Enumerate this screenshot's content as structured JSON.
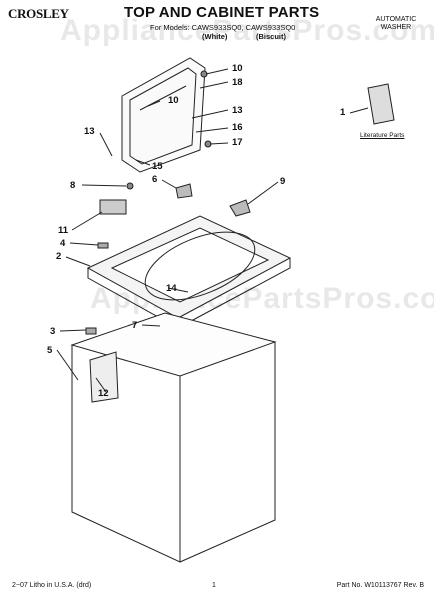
{
  "header": {
    "brand": "CROSLEY",
    "title": "TOP AND CABINET PARTS",
    "models_line": "For Models: CAWS933SQ0, CAWS933SQ0",
    "color_white": "(White)",
    "color_biscuit": "(Biscuit)",
    "product_line1": "AUTOMATIC",
    "product_line2": "WASHER"
  },
  "watermark": "AppliancePartsPros.com",
  "literature_label": "Literature Parts",
  "callouts": [
    "1",
    "2",
    "3",
    "4",
    "5",
    "6",
    "7",
    "8",
    "9",
    "10",
    "10",
    "11",
    "12",
    "13",
    "13",
    "14",
    "15",
    "16",
    "17",
    "18"
  ],
  "footer": {
    "left": "2−07 Litho in U.S.A. (drd)",
    "page": "1",
    "part_no": "Part No. W10113767 Rev. B"
  }
}
